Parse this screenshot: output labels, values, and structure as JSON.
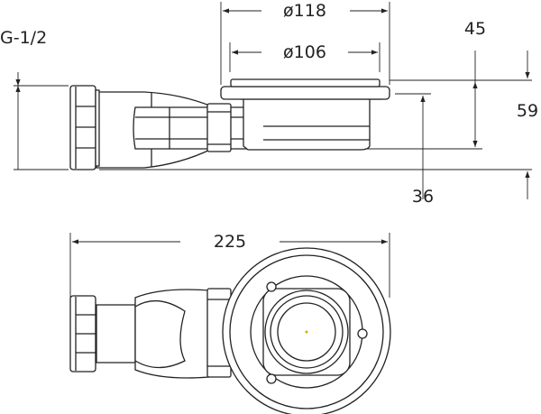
{
  "dimensions": {
    "thread": "G-1/2",
    "outer_diameter": "ø118",
    "inner_diameter": "ø106",
    "height_bowl": "45",
    "height_total": "59",
    "outlet_height": "36",
    "length": "225"
  },
  "colors": {
    "line": "#222222",
    "background": "#ffffff"
  }
}
